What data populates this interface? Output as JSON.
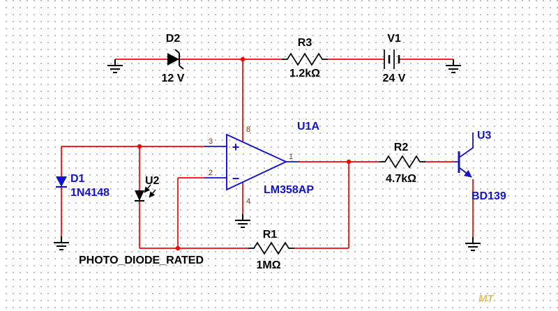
{
  "schematic": {
    "components": {
      "d2": {
        "ref": "D2",
        "value": "12 V"
      },
      "r3": {
        "ref": "R3",
        "value": "1.2kΩ"
      },
      "v1": {
        "ref": "V1",
        "value": "24 V"
      },
      "u1a": {
        "ref": "U1A",
        "value": "LM358AP",
        "plus": "+",
        "minus": "−",
        "pin8": "8",
        "pin4": "4",
        "pin3": "3",
        "pin2": "2",
        "pin1": "1"
      },
      "d1": {
        "ref": "D1",
        "value": "1N4148"
      },
      "u2": {
        "ref": "U2",
        "value": "PHOTO_DIODE_RATED"
      },
      "r1": {
        "ref": "R1",
        "value": "1MΩ"
      },
      "r2": {
        "ref": "R2",
        "value": "4.7kΩ"
      },
      "u3": {
        "ref": "U3",
        "value": "BD139"
      }
    },
    "watermark": "MT",
    "colors": {
      "wire": "#ff0000",
      "component_blue": "#1212cc",
      "symbol_black": "#000000",
      "pin_number": "#8b3000",
      "grid_dot": "#b6bace",
      "watermark": "#d9b33c"
    }
  }
}
